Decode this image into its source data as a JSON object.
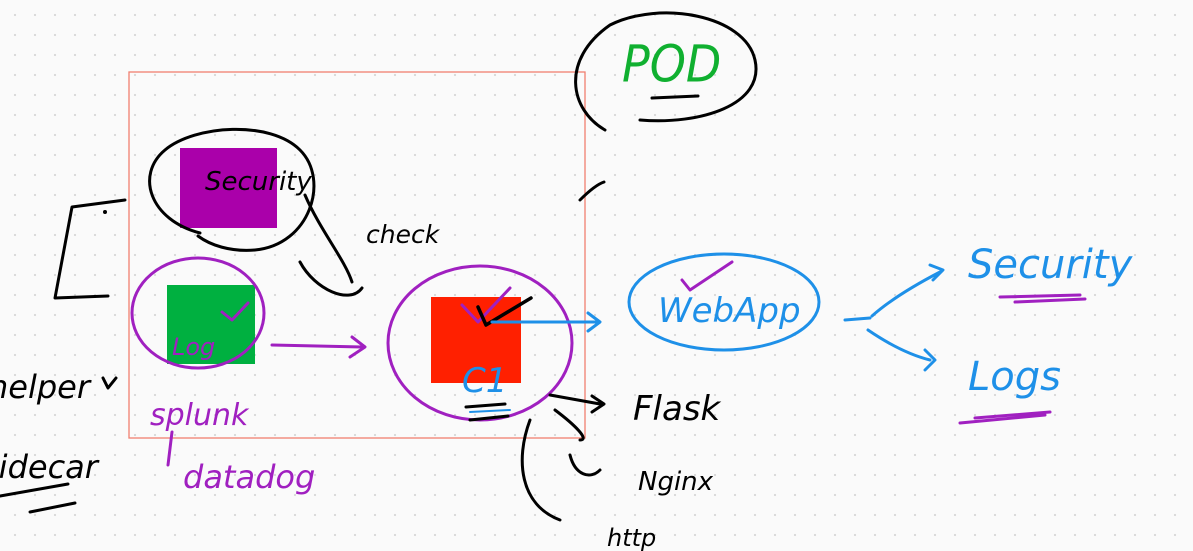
{
  "labels": {
    "pod": "POD",
    "security_box": "Security",
    "check": "check",
    "log_box": "Log",
    "splunk": "splunk",
    "datadog": "datadog",
    "helper": "helper",
    "sidecar": "sidecar",
    "c1": "C1",
    "flask": "Flask",
    "nginx": "Nginx",
    "http": "http",
    "webapp": "WebApp",
    "security_right": "Security",
    "logs_right": "Logs"
  },
  "colors": {
    "pod_border": "#f08070",
    "security_fill": "#aa00aa",
    "log_fill": "#00b040",
    "c1_fill": "#ff2000",
    "ink_black": "#000000",
    "ink_purple": "#a020c0",
    "ink_blue": "#1e90e8",
    "ink_green": "#10b030"
  }
}
